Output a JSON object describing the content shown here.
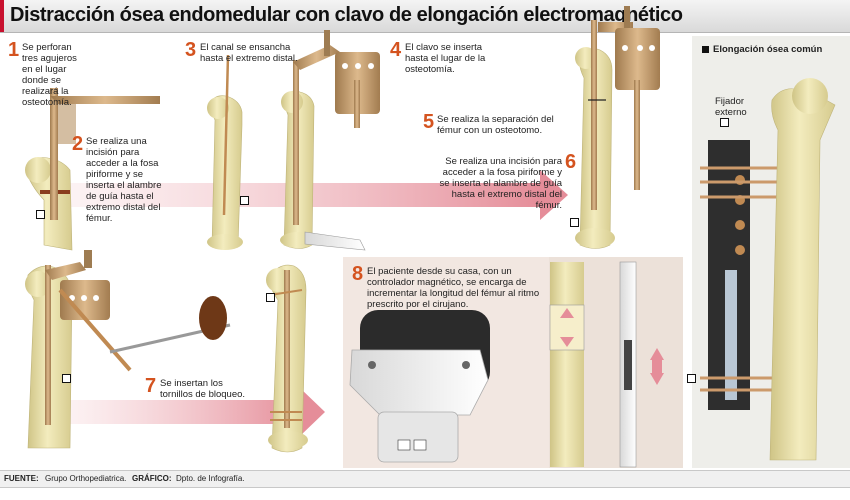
{
  "title": "Distracción ósea endomedular con clavo de elongación electromagnético",
  "steps": [
    {
      "num": "1",
      "text": "Se perforan tres agujeros en el lugar donde se realizará la osteotomía."
    },
    {
      "num": "2",
      "text": "Se realiza una incisión para acceder a la fosa piriforme y se inserta el alambre de guía hasta el extremo distal del fémur."
    },
    {
      "num": "3",
      "text": "El canal se ensancha hasta el extremo distal."
    },
    {
      "num": "4",
      "text": "El clavo se inserta hasta el lugar de la osteotomía."
    },
    {
      "num": "5",
      "text": "Se realiza la separación del fémur con un osteotomo."
    },
    {
      "num": "6",
      "text": "Se realiza una incisión para acceder a la fosa piriforme y se inserta el alambre de guía hasta el extremo distal del fémur."
    },
    {
      "num": "7",
      "text": "Se insertan los tornillos de bloqueo."
    },
    {
      "num": "8",
      "text": "El paciente desde su casa, con un controlador magnético, se encarga de incrementar la longitud del fémur al ritmo prescrito por el cirujano."
    }
  ],
  "common": {
    "heading": "Elongación ósea común",
    "fixator_label": "Fijador externo"
  },
  "footer": {
    "source_label": "FUENTE:",
    "source_value": "Grupo Orthopediatrica.",
    "graphic_label": "GRÁFICO:",
    "graphic_value": "Dpto. de Infografía."
  },
  "colors": {
    "step_number": "#d4531f",
    "bone": "#efe6ac",
    "arrow": "#e89aa4",
    "metal": "#c49a6c"
  }
}
